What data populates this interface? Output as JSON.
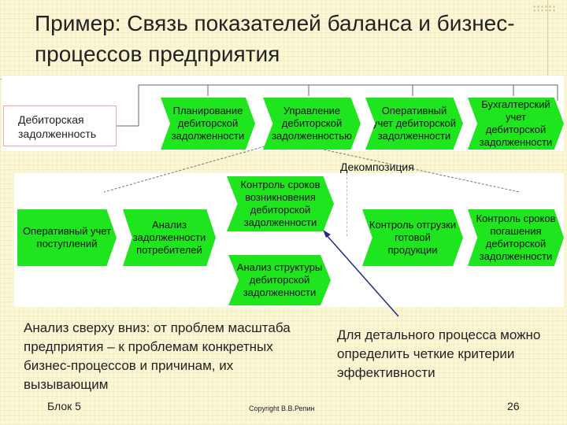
{
  "slide": {
    "title": "Пример: Связь показателей баланса и бизнес-процессов предприятия",
    "balance_item": "Дебиторская задолженность",
    "top_processes": [
      "Планирование дебиторской задолженности",
      "Управление дебиторской задолженностью",
      "Оперативный учет дебиторской задолженности",
      "Бухгалтерский учет дебиторской задолженности"
    ],
    "decomposition_label": "Декомпозиция",
    "sub_processes": [
      "Оперативный учет поступлений",
      "Анализ задолженности потребителей",
      "Контроль сроков возникновения дебиторской задолженности",
      "Анализ структуры дебиторской задолженности",
      "Контроль отгрузки готовой продукции",
      "Контроль сроков погашения дебиторской задолженности"
    ],
    "left_text": "Анализ сверху вниз: от проблем масштаба предприятия – к проблемам конкретных бизнес-процессов и причинам, их вызывающим",
    "right_text": "Для детального процесса можно определить четкие критерии эффективности",
    "footer": {
      "block": "Блок 5",
      "copyright": "Copyright В.В.Репин",
      "page_number": "26"
    }
  }
}
